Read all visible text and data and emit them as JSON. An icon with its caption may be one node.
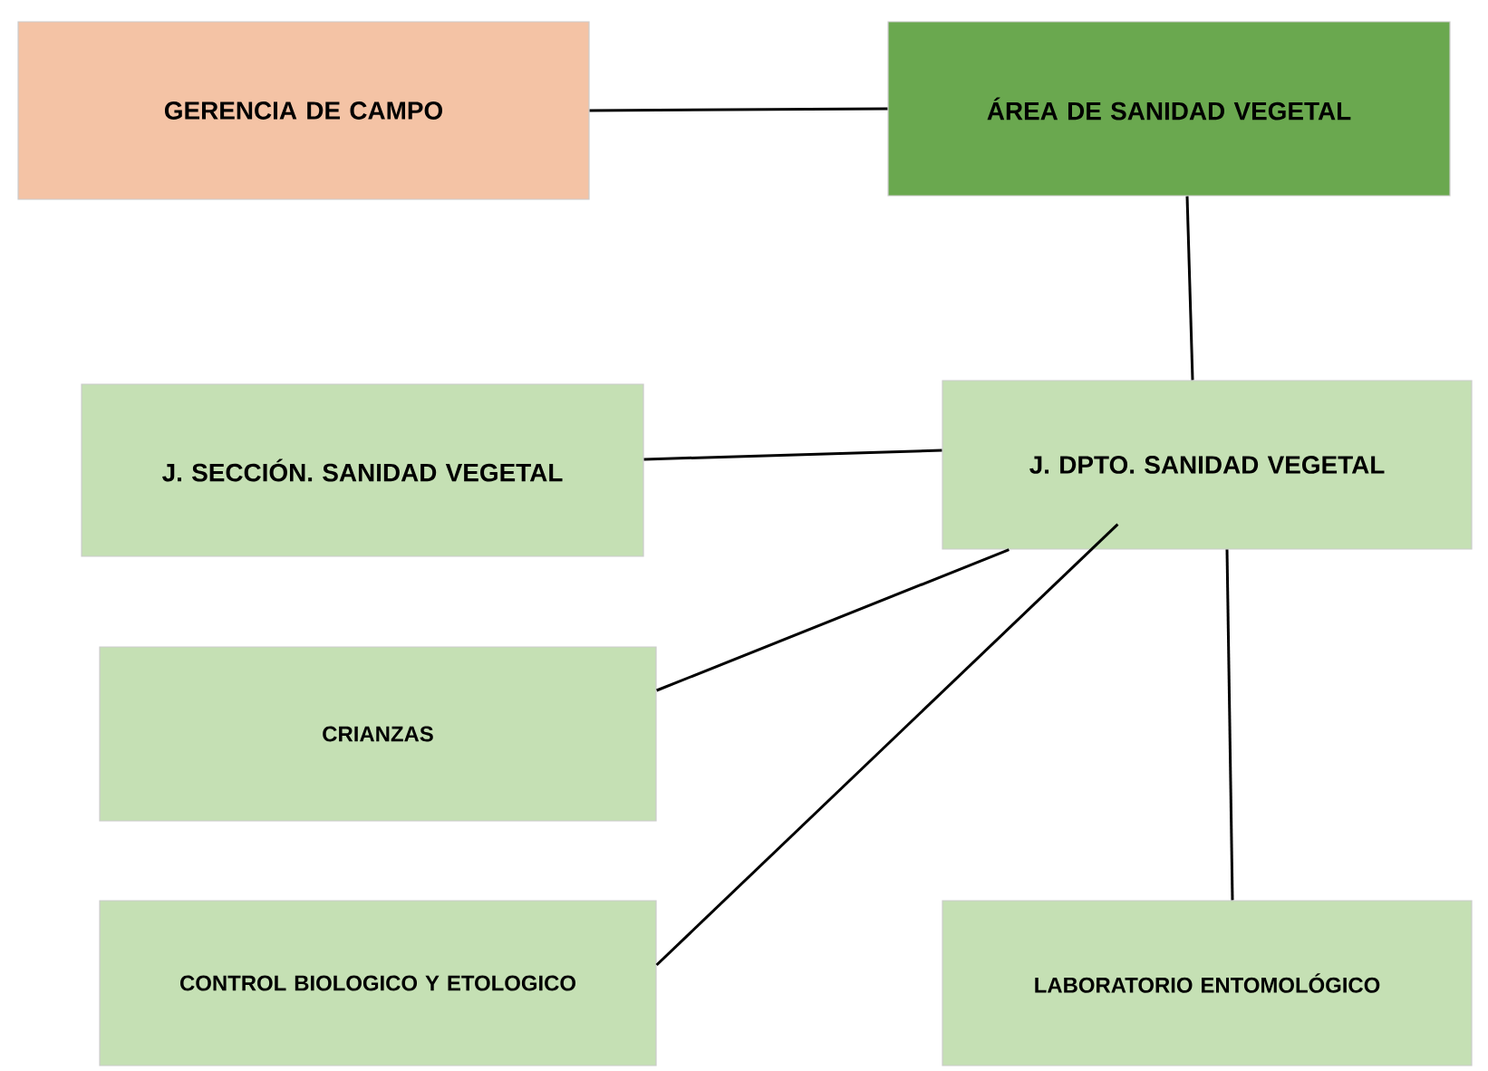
{
  "diagram": {
    "nodes": [
      {
        "text": [
          "GERENCIA DE CAMPO"
        ]
      },
      {
        "text": [
          "ÁREA DE SANIDAD VEGETAL"
        ]
      },
      {
        "text": [
          "J. SECCIÓN. SANIDAD VEGETAL"
        ]
      },
      {
        "text": [
          "J. DPTO. SANIDAD VEGETAL"
        ]
      },
      {
        "text": [
          "CRIANZAS"
        ]
      },
      {
        "text": [
          "CONTROL BIOLOGICO Y ETOLOGICO"
        ]
      },
      {
        "text": [
          "LABORATORIO ENTOMOLÓGICO"
        ]
      }
    ],
    "edges": [
      {
        "from": 0,
        "to": 1,
        "arrow": "none"
      },
      {
        "from": 1,
        "to": 3,
        "arrow": "none"
      },
      {
        "from": 3,
        "to": 2,
        "arrow": "none"
      },
      {
        "from": 3,
        "to": 4,
        "arrow": "none"
      },
      {
        "from": 3,
        "to": 5,
        "arrow": "none"
      },
      {
        "from": 3,
        "to": 6,
        "arrow": "none"
      }
    ]
  }
}
